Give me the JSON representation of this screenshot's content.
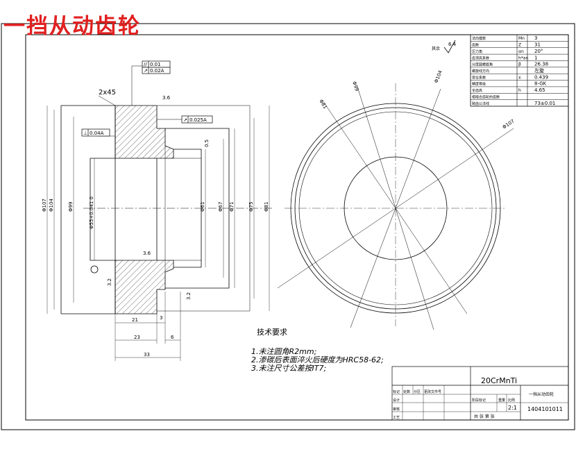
{
  "title": "一挡从动齿轮",
  "params_table": [
    {
      "label": "法向模数",
      "sym": "Mn",
      "val": "3"
    },
    {
      "label": "齿数",
      "sym": "Z",
      "val": "31"
    },
    {
      "label": "压力角",
      "sym": "αn",
      "val": "20°"
    },
    {
      "label": "齿顶高系数",
      "sym": "h*an",
      "val": "1"
    },
    {
      "label": "分度圆螺旋角",
      "sym": "β",
      "val": "26.38"
    },
    {
      "label": "螺旋线方向",
      "sym": "",
      "val": "左旋"
    },
    {
      "label": "变位系数",
      "sym": "x",
      "val": "0.439"
    },
    {
      "label": "精度等级",
      "sym": "",
      "val": "8-GK"
    },
    {
      "label": "全齿高",
      "sym": "h",
      "val": "4.65"
    },
    {
      "label": "相啮合齿轮的齿数",
      "sym": "",
      "val": ""
    },
    {
      "label": "跨齿公法线",
      "sym": "",
      "val": "73±0.01"
    }
  ],
  "roughness_corner": "6.4",
  "tolerances": {
    "para": "0.01",
    "runout1": "0.02A",
    "perp": "0.04A",
    "runout2": "0.025A"
  },
  "chamfer": "2x45",
  "dims": {
    "d107": "Φ107",
    "d104": "Φ104",
    "d99": "Φ99",
    "d55": "Φ55+0.041 0",
    "d61": "Φ61",
    "d67": "Φ67",
    "d71": "Φ71",
    "d75": "Φ75",
    "d81": "Φ81",
    "w21": "21",
    "w3": "3",
    "w23": "23",
    "w6": "6",
    "w33": "33",
    "r_1": "3.6",
    "r_2": "3.2",
    "r_3": "3.2",
    "r_4": "3.6",
    "gap": "0.5"
  },
  "right_view_labels": {
    "l1": "Φ81",
    "l2": "Φ99",
    "l3": "Φ104",
    "l4": "Φ107"
  },
  "tech_requirements": {
    "title": "技术要求",
    "items": [
      "1.未注圆角R2mm;",
      "2.渗碳后表面淬火后硬度为HRC58-62;",
      "3.未注尺寸公差按IT7;"
    ]
  },
  "title_block": {
    "material": "20CrMnTi",
    "part_name": "一挡从动齿轮",
    "drawing_no": "1404101011",
    "scale": "2:1",
    "sheets": "共 张 第 张",
    "rows": [
      "标记",
      "设计",
      "审核",
      "工艺"
    ],
    "cols": [
      "处数",
      "分区",
      "更改文件号"
    ],
    "stage": "阶段标记",
    "weight": "重量",
    "ratio": "比例"
  }
}
